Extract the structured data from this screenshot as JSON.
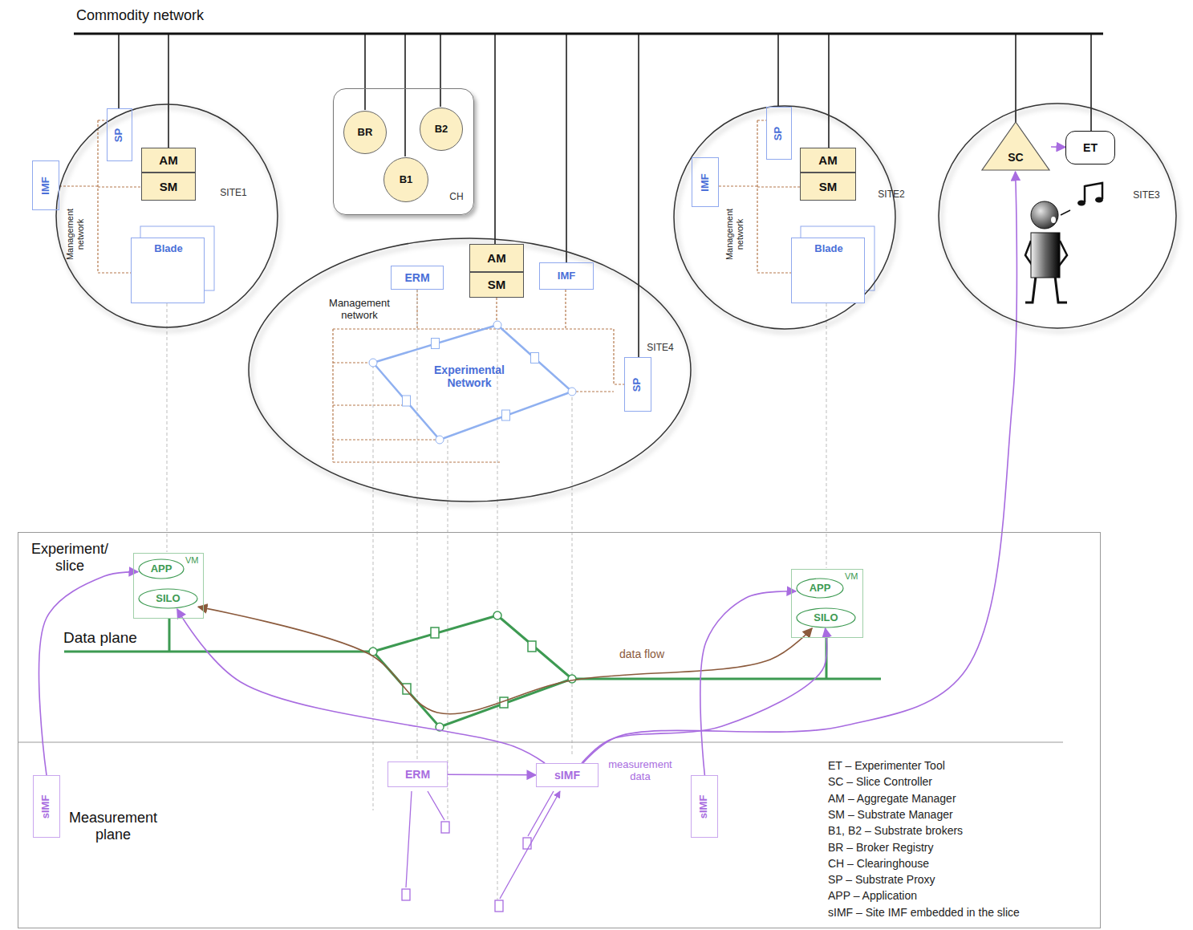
{
  "diagram": {
    "nodes": [
      {
        "text": [
          "SITE1"
        ]
      },
      {
        "text": [
          "SP"
        ],
        "in": 0
      },
      {
        "text": [
          "AM"
        ],
        "in": 0
      },
      {
        "text": [
          "SM"
        ],
        "in": 0
      },
      {
        "text": [
          "IMF"
        ],
        "in": 0
      },
      {
        "text": [
          "Blade"
        ],
        "in": 0
      },
      {
        "text": [
          "CH"
        ]
      },
      {
        "text": [
          "BR"
        ],
        "in": 6
      },
      {
        "text": [
          "B2"
        ],
        "in": 6
      },
      {
        "text": [
          "B1"
        ],
        "in": 6
      },
      {
        "text": [
          "SITE4"
        ]
      },
      {
        "text": [
          "ERM"
        ],
        "in": 10
      },
      {
        "text": [
          "AM"
        ],
        "in": 10
      },
      {
        "text": [
          "SM"
        ],
        "in": 10
      },
      {
        "text": [
          "IMF"
        ],
        "in": 10
      },
      {
        "text": [
          "Experimental Network"
        ],
        "in": 10
      },
      {
        "text": [
          "SP"
        ],
        "in": 10
      },
      {
        "text": [
          "SITE2"
        ]
      },
      {
        "text": [
          "SP"
        ],
        "in": 17
      },
      {
        "text": [
          "AM"
        ],
        "in": 17
      },
      {
        "text": [
          "SM"
        ],
        "in": 17
      },
      {
        "text": [
          "IMF"
        ],
        "in": 17
      },
      {
        "text": [
          "Blade"
        ],
        "in": 17
      },
      {
        "text": [
          "SITE3"
        ]
      },
      {
        "text": [
          "SC"
        ],
        "in": 23
      },
      {
        "text": [
          "ET"
        ],
        "in": 23
      },
      {
        "text": [
          "Experiment/ slice",
          "Data plane",
          "Measurement plane"
        ]
      },
      {
        "text": [
          "VM"
        ],
        "in": 26
      },
      {
        "text": [
          "APP"
        ],
        "in": 27
      },
      {
        "text": [
          "SILO"
        ],
        "in": 27
      },
      {
        "text": [
          "VM"
        ],
        "in": 26
      },
      {
        "text": [
          "APP"
        ],
        "in": 30
      },
      {
        "text": [
          "SILO"
        ],
        "in": 30
      },
      {
        "text": [
          "sIMF"
        ],
        "in": 26
      },
      {
        "text": [
          "ERM"
        ],
        "in": 26
      },
      {
        "text": [
          "sIMF"
        ],
        "in": 26
      },
      {
        "text": [
          "sIMF"
        ],
        "in": 26
      }
    ],
    "edges": [
      {
        "from": 24,
        "to": 25,
        "arrow": "to"
      },
      {
        "from": 29,
        "to": 32,
        "arrow": "both",
        "label": "data flow"
      },
      {
        "from": 34,
        "to": 35,
        "arrow": "to"
      },
      {
        "from": 33,
        "to": 28,
        "arrow": "to"
      },
      {
        "from": 35,
        "to": 29,
        "arrow": "to"
      },
      {
        "from": 35,
        "to": 32,
        "arrow": "to"
      },
      {
        "from": 35,
        "to": 24,
        "arrow": "to"
      },
      {
        "from": 36,
        "to": 31,
        "arrow": "to"
      }
    ],
    "labels": [
      "Commodity network",
      "Management network",
      "Management network",
      "Management network",
      "measurement data",
      "ET – Experimenter Tool",
      "SC – Slice Controller",
      "AM – Aggregate Manager",
      "SM – Substrate Manager",
      "B1, B2 – Substrate brokers",
      "BR – Broker Registry",
      "CH – Clearinghouse",
      "SP – Substrate Proxy",
      "APP – Application",
      "sIMF – Site IMF embedded in the slice"
    ]
  }
}
